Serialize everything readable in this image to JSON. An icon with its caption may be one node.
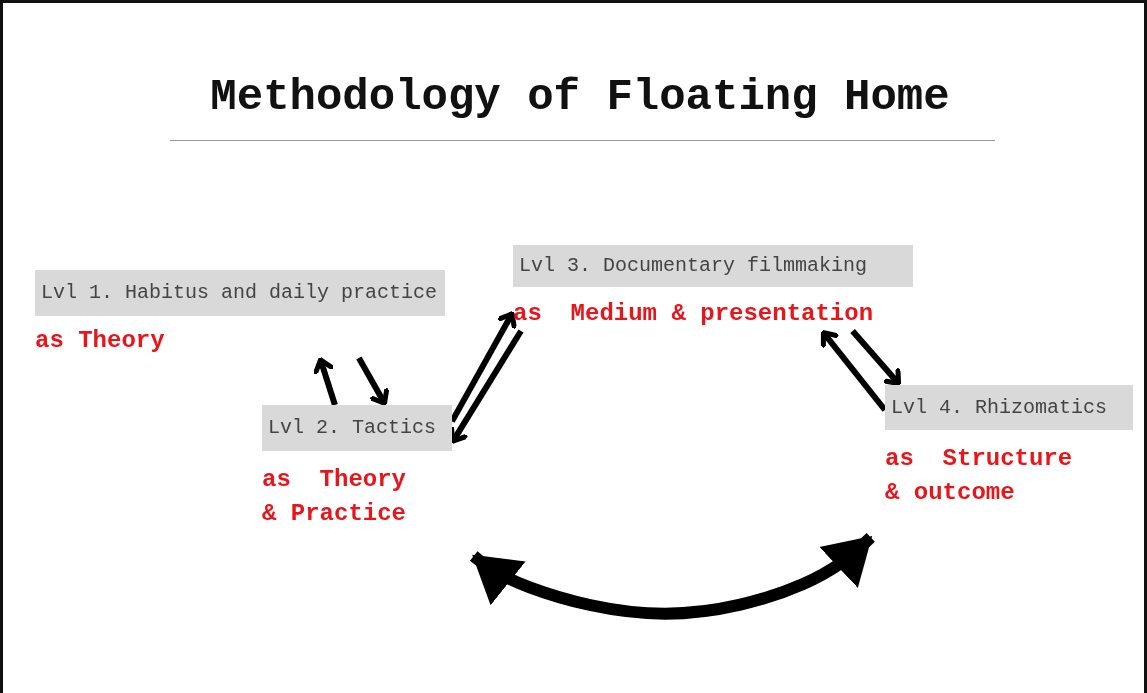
{
  "diagram": {
    "title": "Methodology of Floating Home",
    "nodes": [
      {
        "text": [
          "Lvl 1. Habitus and daily practice",
          "as Theory"
        ]
      },
      {
        "text": [
          "Lvl 2. Tactics",
          "as  Theory & Practice"
        ]
      },
      {
        "text": [
          "Lvl 3. Documentary filmmaking",
          "as  Medium & presentation"
        ]
      },
      {
        "text": [
          "Lvl 4. Rhizomatics",
          "as  Structure & outcome"
        ]
      }
    ],
    "edges": [
      {
        "from": 0,
        "to": 1,
        "arrow": "to"
      },
      {
        "from": 1,
        "to": 0,
        "arrow": "to"
      },
      {
        "from": 1,
        "to": 2,
        "arrow": "to"
      },
      {
        "from": 2,
        "to": 1,
        "arrow": "to"
      },
      {
        "from": 3,
        "to": 2,
        "arrow": "to"
      },
      {
        "from": 2,
        "to": 3,
        "arrow": "to"
      },
      {
        "from": 1,
        "to": 3,
        "arrow": "both",
        "style": "thick"
      }
    ]
  }
}
